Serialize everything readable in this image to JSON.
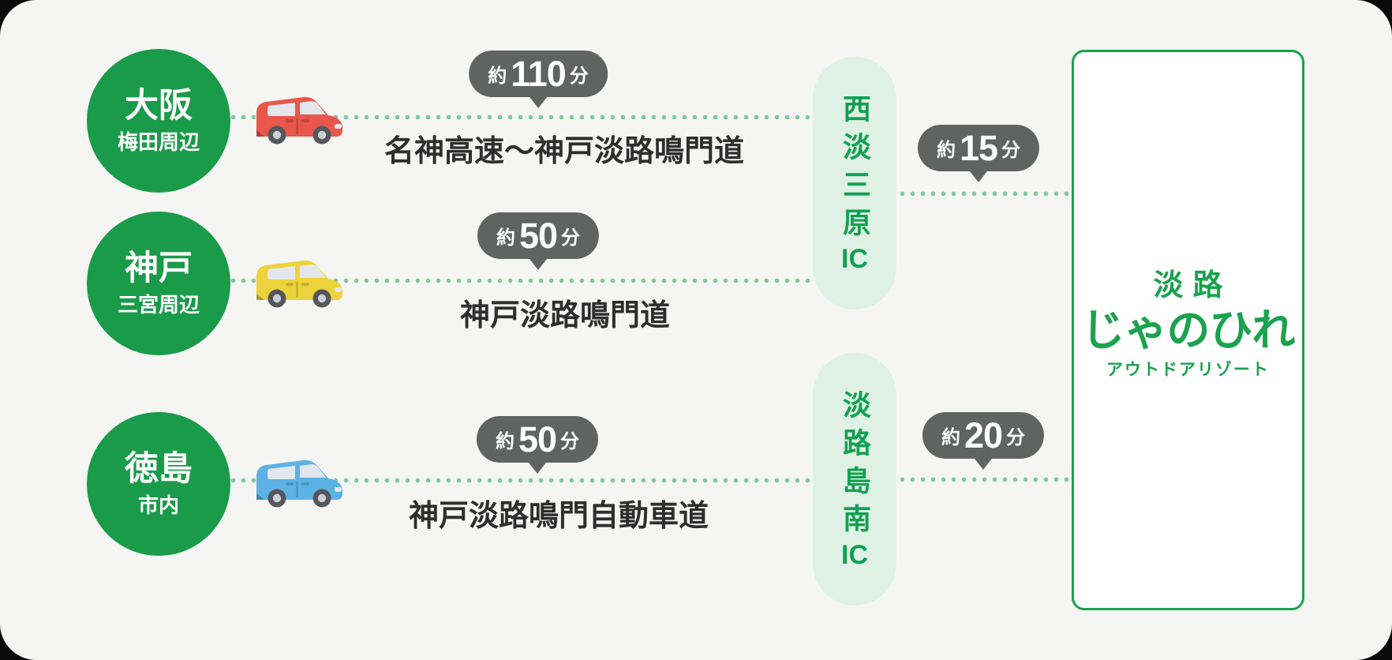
{
  "colors": {
    "panel_bg": "#f5f6f4",
    "origin_circle_green": "#1a9b4a",
    "pill_bg": "#def1e4",
    "ic_text_green": "#12a052",
    "dot_green": "#7fc9a3",
    "badge_gray": "#5f6462",
    "road_text": "#2e2e2e",
    "card_border_green": "#1ba24e",
    "logo_green": "#1ba24e"
  },
  "routes": [
    {
      "origin": {
        "city": "大阪",
        "area": "梅田周辺"
      },
      "car_icon": "red-car-icon",
      "car_color": "#e8564c",
      "duration": {
        "prefix": "約",
        "value": "110",
        "suffix": "分"
      },
      "road": "名神高速〜神戸淡路鳴門道",
      "to_interchange": "西淡三原IC"
    },
    {
      "origin": {
        "city": "神戸",
        "area": "三宮周辺"
      },
      "car_icon": "yellow-car-icon",
      "car_color": "#ecd33c",
      "duration": {
        "prefix": "約",
        "value": "50",
        "suffix": "分"
      },
      "road": "神戸淡路鳴門道",
      "to_interchange": "西淡三原IC"
    },
    {
      "origin": {
        "city": "徳島",
        "area": "市内"
      },
      "car_icon": "blue-car-icon",
      "car_color": "#5cb2e4",
      "duration": {
        "prefix": "約",
        "value": "50",
        "suffix": "分"
      },
      "road": "神戸淡路鳴門自動車道",
      "to_interchange": "淡路島南IC"
    }
  ],
  "interchanges": [
    {
      "name_vertical": "西淡三原",
      "suffix": "IC",
      "duration_to_destination": {
        "prefix": "約",
        "value": "15",
        "suffix": "分"
      }
    },
    {
      "name_vertical": "淡路島南",
      "suffix": "IC",
      "duration_to_destination": {
        "prefix": "約",
        "value": "20",
        "suffix": "分"
      }
    }
  ],
  "destination": {
    "name_top": "淡路",
    "name_main": "じゃのひれ",
    "name_sub": "アウトドアリゾート"
  }
}
